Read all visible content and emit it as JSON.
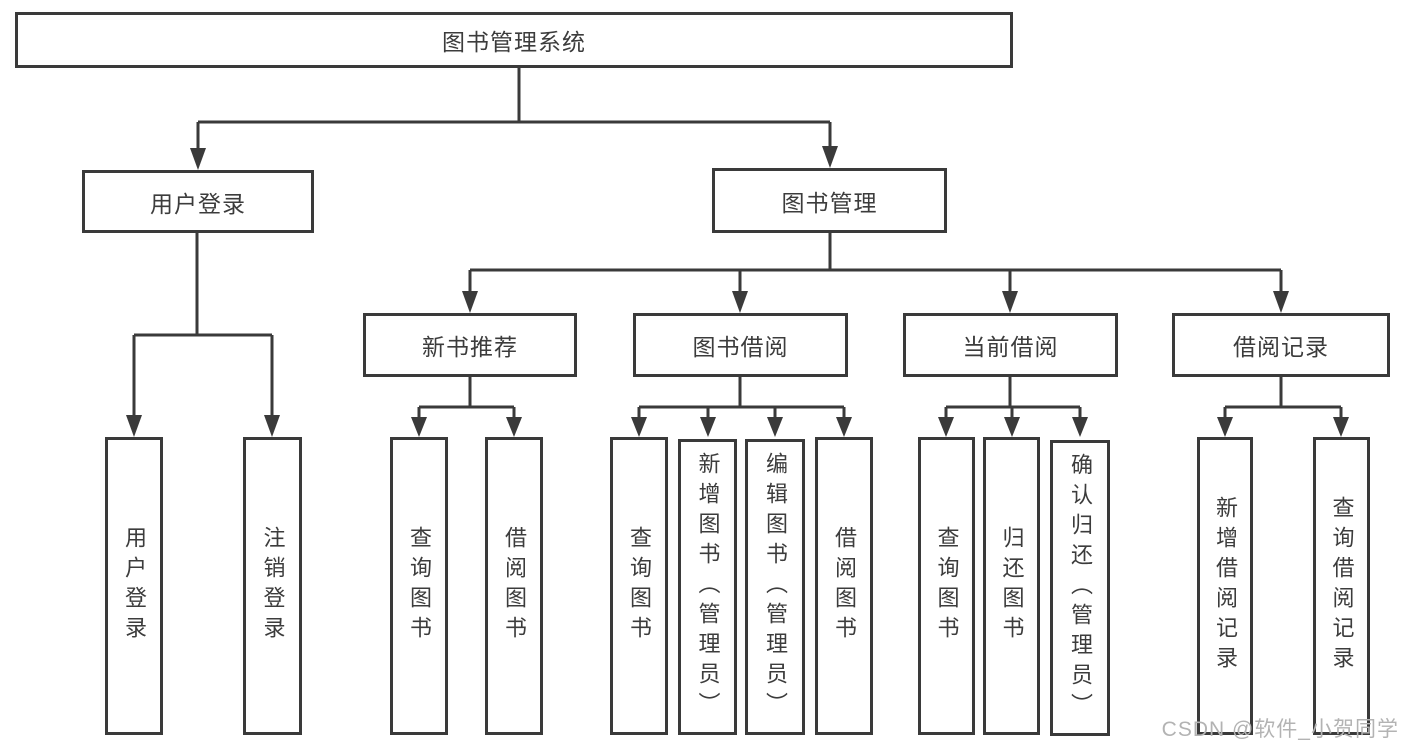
{
  "tree": {
    "label": "图书管理系统",
    "children": [
      {
        "label": "用户登录",
        "children": [
          {
            "label": "用户登录"
          },
          {
            "label": "注销登录"
          }
        ]
      },
      {
        "label": "图书管理",
        "children": [
          {
            "label": "新书推荐",
            "children": [
              {
                "label": "查询图书"
              },
              {
                "label": "借阅图书"
              }
            ]
          },
          {
            "label": "图书借阅",
            "children": [
              {
                "label": "查询图书"
              },
              {
                "label": "新增图书（管理员）"
              },
              {
                "label": "编辑图书（管理员）"
              },
              {
                "label": "借阅图书"
              }
            ]
          },
          {
            "label": "当前借阅",
            "children": [
              {
                "label": "查询图书"
              },
              {
                "label": "归还图书"
              },
              {
                "label": "确认归还（管理员）"
              }
            ]
          },
          {
            "label": "借阅记录",
            "children": [
              {
                "label": "新增借阅记录"
              },
              {
                "label": "查询借阅记录"
              }
            ]
          }
        ]
      }
    ]
  },
  "watermark": {
    "text": "CSDN @软件_小贺同学"
  },
  "colors": {
    "line": "#3a3a3a",
    "text": "#3c3c3c",
    "watermark": "#b3b3b3",
    "background": "#ffffff"
  }
}
